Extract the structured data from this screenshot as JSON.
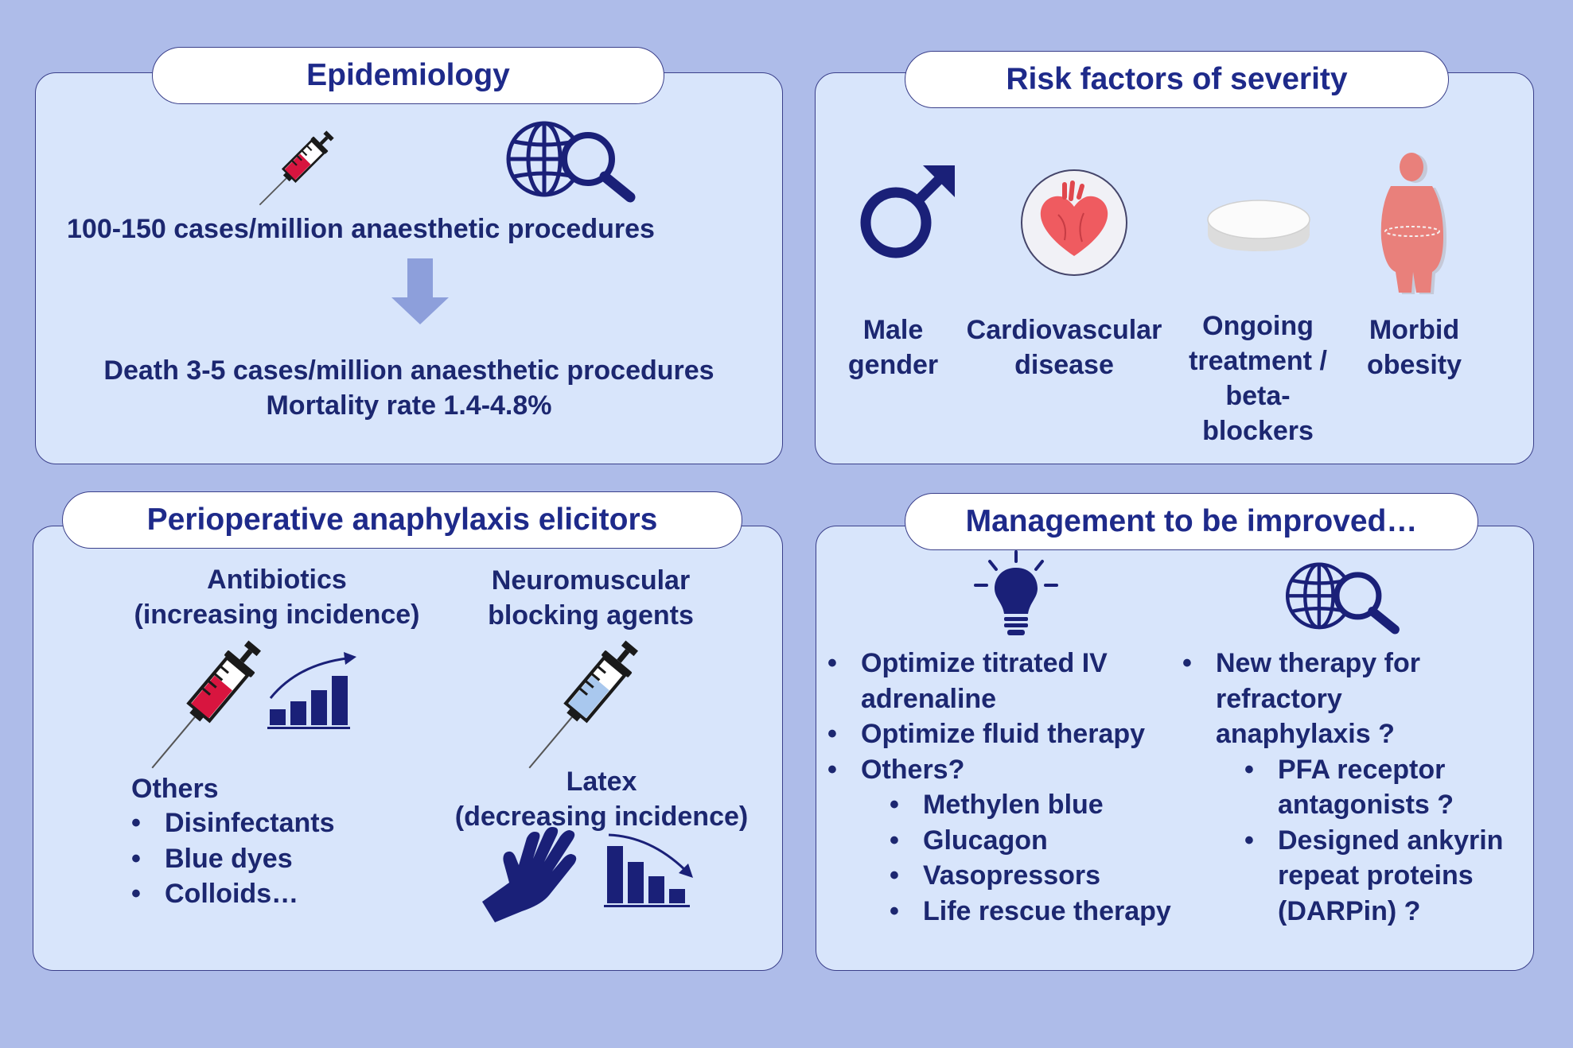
{
  "epidemiology": {
    "title": "Epidemiology",
    "cases": "100-150 cases/million anaesthetic procedures",
    "death": "Death 3-5 cases/million anaesthetic procedures",
    "mortality": "Mortality rate 1.4-4.8%"
  },
  "risk": {
    "title": "Risk factors of severity",
    "male": [
      "Male",
      "gender"
    ],
    "cardio": [
      "Cardiovascular",
      "disease"
    ],
    "treatment": [
      "Ongoing",
      "treatment /",
      "beta-",
      "blockers"
    ],
    "obesity": [
      "Morbid",
      "obesity"
    ]
  },
  "elicitors": {
    "title": "Perioperative anaphylaxis elicitors",
    "antibiotics": [
      "Antibiotics",
      "(increasing incidence)"
    ],
    "nmba": [
      "Neuromuscular",
      "blocking agents"
    ],
    "others_title": "Others",
    "others": [
      "Disinfectants",
      "Blue dyes",
      "Colloids…"
    ],
    "latex": [
      "Latex",
      "(decreasing incidence)"
    ]
  },
  "management": {
    "title": "Management to be improved…",
    "left": [
      {
        "level": 1,
        "lines": [
          "Optimize titrated IV",
          "adrenaline"
        ]
      },
      {
        "level": 1,
        "lines": [
          "Optimize fluid therapy"
        ]
      },
      {
        "level": 1,
        "lines": [
          "Others?"
        ]
      },
      {
        "level": 2,
        "lines": [
          "Methylen blue"
        ]
      },
      {
        "level": 2,
        "lines": [
          "Glucagon"
        ]
      },
      {
        "level": 2,
        "lines": [
          "Vasopressors"
        ]
      },
      {
        "level": 2,
        "lines": [
          "Life rescue therapy"
        ]
      }
    ],
    "right": [
      {
        "level": 1,
        "lines": [
          "New therapy for",
          "refractory",
          "anaphylaxis ?"
        ]
      },
      {
        "level": 2,
        "lines": [
          "PFA receptor",
          "antagonists ?"
        ]
      },
      {
        "level": 2,
        "lines": [
          "Designed ankyrin",
          "repeat proteins",
          "(DARPin) ?"
        ]
      }
    ]
  },
  "colors": {
    "background": "#aebce9",
    "panel": "#d8e5fb",
    "text": "#1c2770",
    "icon_navy": "#1a2078",
    "syringe_red": "#d8153f"
  }
}
